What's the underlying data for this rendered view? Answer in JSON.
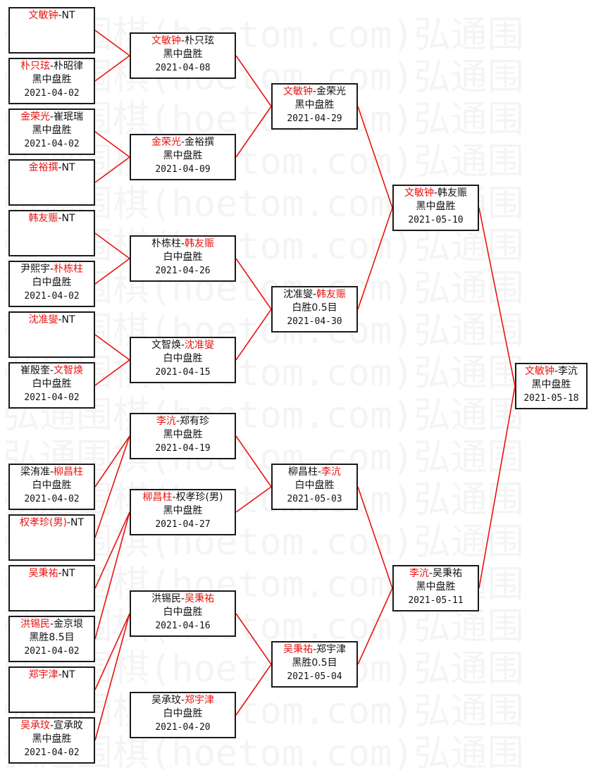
{
  "colors": {
    "winner": "#e8130f",
    "line": "#e8130f",
    "border": "#1a1a1a",
    "text": "#111111"
  },
  "watermark": {
    "lines": [
      "弘通围棋(hoetom.com)弘通围",
      "弘通围棋(hoetom.com)弘通围",
      "弘通围棋(hoetom.com)弘通围",
      "弘通围棋(hoetom.com)弘通围",
      "弘通围棋(hoetom.com)弘通围",
      "弘通围棋(hoetom.com)弘通围",
      "弘通围棋(hoetom.com)弘通围",
      "弘通围棋(hoetom.com)弘通围",
      "弘通围棋(hoetom.com)弘通围",
      "弘通围棋(hoetom.com)弘通围",
      "弘通围棋(hoetom.com)弘通围",
      "弘通围棋(hoetom.com)弘通围",
      "弘通围棋(hoetom.com)弘通围",
      "弘通围棋(hoetom.com)弘通围",
      "弘通围棋(hoetom.com)弘通围",
      "弘通围棋(hoetom.com)弘通围",
      "弘通围棋(hoetom.com)弘通围",
      "弘通围棋(hoetom.com)弘通围"
    ]
  },
  "matches": [
    {
      "round": 1,
      "p1": "文敏钟",
      "p2": "NT",
      "winner": 1,
      "result": "",
      "date": ""
    },
    {
      "round": 1,
      "p1": "朴只玹",
      "p2": "朴昭律",
      "winner": 1,
      "result": "黑中盘胜",
      "date": "2021-04-02"
    },
    {
      "round": 1,
      "p1": "金荣光",
      "p2": "崔珉瑞",
      "winner": 1,
      "result": "黑中盘胜",
      "date": "2021-04-02"
    },
    {
      "round": 1,
      "p1": "金裕撰",
      "p2": "NT",
      "winner": 1,
      "result": "",
      "date": ""
    },
    {
      "round": 1,
      "p1": "韩友赈",
      "p2": "NT",
      "winner": 1,
      "result": "",
      "date": ""
    },
    {
      "round": 1,
      "p1": "尹熙宇",
      "p2": "朴栋柱",
      "winner": 2,
      "result": "白中盘胜",
      "date": "2021-04-02"
    },
    {
      "round": 1,
      "p1": "沈准燮",
      "p2": "NT",
      "winner": 1,
      "result": "",
      "date": ""
    },
    {
      "round": 1,
      "p1": "崔殷奎",
      "p2": "文智焕",
      "winner": 2,
      "result": "白中盘胜",
      "date": "2021-04-02"
    },
    {
      "round": 1,
      "p1": "梁洧准",
      "p2": "柳昌柱",
      "winner": 2,
      "result": "白中盘胜",
      "date": "2021-04-02"
    },
    {
      "round": 1,
      "p1": "权孝珍(男)",
      "p2": "NT",
      "winner": 1,
      "result": "",
      "date": ""
    },
    {
      "round": 1,
      "p1": "吴秉祐",
      "p2": "NT",
      "winner": 1,
      "result": "",
      "date": ""
    },
    {
      "round": 1,
      "p1": "洪锡民",
      "p2": "金京垠",
      "winner": 1,
      "result": "黑胜8.5目",
      "date": "2021-04-02"
    },
    {
      "round": 1,
      "p1": "郑宇津",
      "p2": "NT",
      "winner": 1,
      "result": "",
      "date": ""
    },
    {
      "round": 1,
      "p1": "吴承玟",
      "p2": "宣承旼",
      "winner": 1,
      "result": "黑中盘胜",
      "date": "2021-04-02"
    },
    {
      "round": 2,
      "p1": "文敏钟",
      "p2": "朴只玹",
      "winner": 1,
      "result": "黑中盘胜",
      "date": "2021-04-08"
    },
    {
      "round": 2,
      "p1": "金荣光",
      "p2": "金裕撰",
      "winner": 1,
      "result": "黑中盘胜",
      "date": "2021-04-09"
    },
    {
      "round": 2,
      "p1": "朴栋柱",
      "p2": "韩友赈",
      "winner": 2,
      "result": "白中盘胜",
      "date": "2021-04-26"
    },
    {
      "round": 2,
      "p1": "文智焕",
      "p2": "沈准燮",
      "winner": 2,
      "result": "白中盘胜",
      "date": "2021-04-15"
    },
    {
      "round": 2,
      "p1": "李沆",
      "p2": "郑有珍",
      "winner": 1,
      "result": "黑中盘胜",
      "date": "2021-04-19"
    },
    {
      "round": 2,
      "p1": "柳昌柱",
      "p2": "权孝珍(男)",
      "winner": 1,
      "result": "黑中盘胜",
      "date": "2021-04-27"
    },
    {
      "round": 2,
      "p1": "洪锡民",
      "p2": "吴秉祐",
      "winner": 2,
      "result": "白中盘胜",
      "date": "2021-04-16"
    },
    {
      "round": 2,
      "p1": "吴承玟",
      "p2": "郑宇津",
      "winner": 2,
      "result": "白中盘胜",
      "date": "2021-04-20"
    },
    {
      "round": 3,
      "p1": "文敏钟",
      "p2": "金荣光",
      "winner": 1,
      "result": "黑中盘胜",
      "date": "2021-04-29"
    },
    {
      "round": 3,
      "p1": "沈准燮",
      "p2": "韩友赈",
      "winner": 2,
      "result": "白胜0.5目",
      "date": "2021-04-30"
    },
    {
      "round": 3,
      "p1": "柳昌柱",
      "p2": "李沆",
      "winner": 2,
      "result": "白中盘胜",
      "date": "2021-05-03"
    },
    {
      "round": 3,
      "p1": "吴秉祐",
      "p2": "郑宇津",
      "winner": 1,
      "result": "黑胜0.5目",
      "date": "2021-05-04"
    },
    {
      "round": 4,
      "p1": "文敏钟",
      "p2": "韩友赈",
      "winner": 1,
      "result": "黑中盘胜",
      "date": "2021-05-10"
    },
    {
      "round": 4,
      "p1": "李沆",
      "p2": "吴秉祐",
      "winner": 1,
      "result": "黑中盘胜",
      "date": "2021-05-11"
    },
    {
      "round": 5,
      "p1": "文敏钟",
      "p2": "李沆",
      "winner": 1,
      "result": "黑中盘胜",
      "date": "2021-05-18"
    }
  ]
}
